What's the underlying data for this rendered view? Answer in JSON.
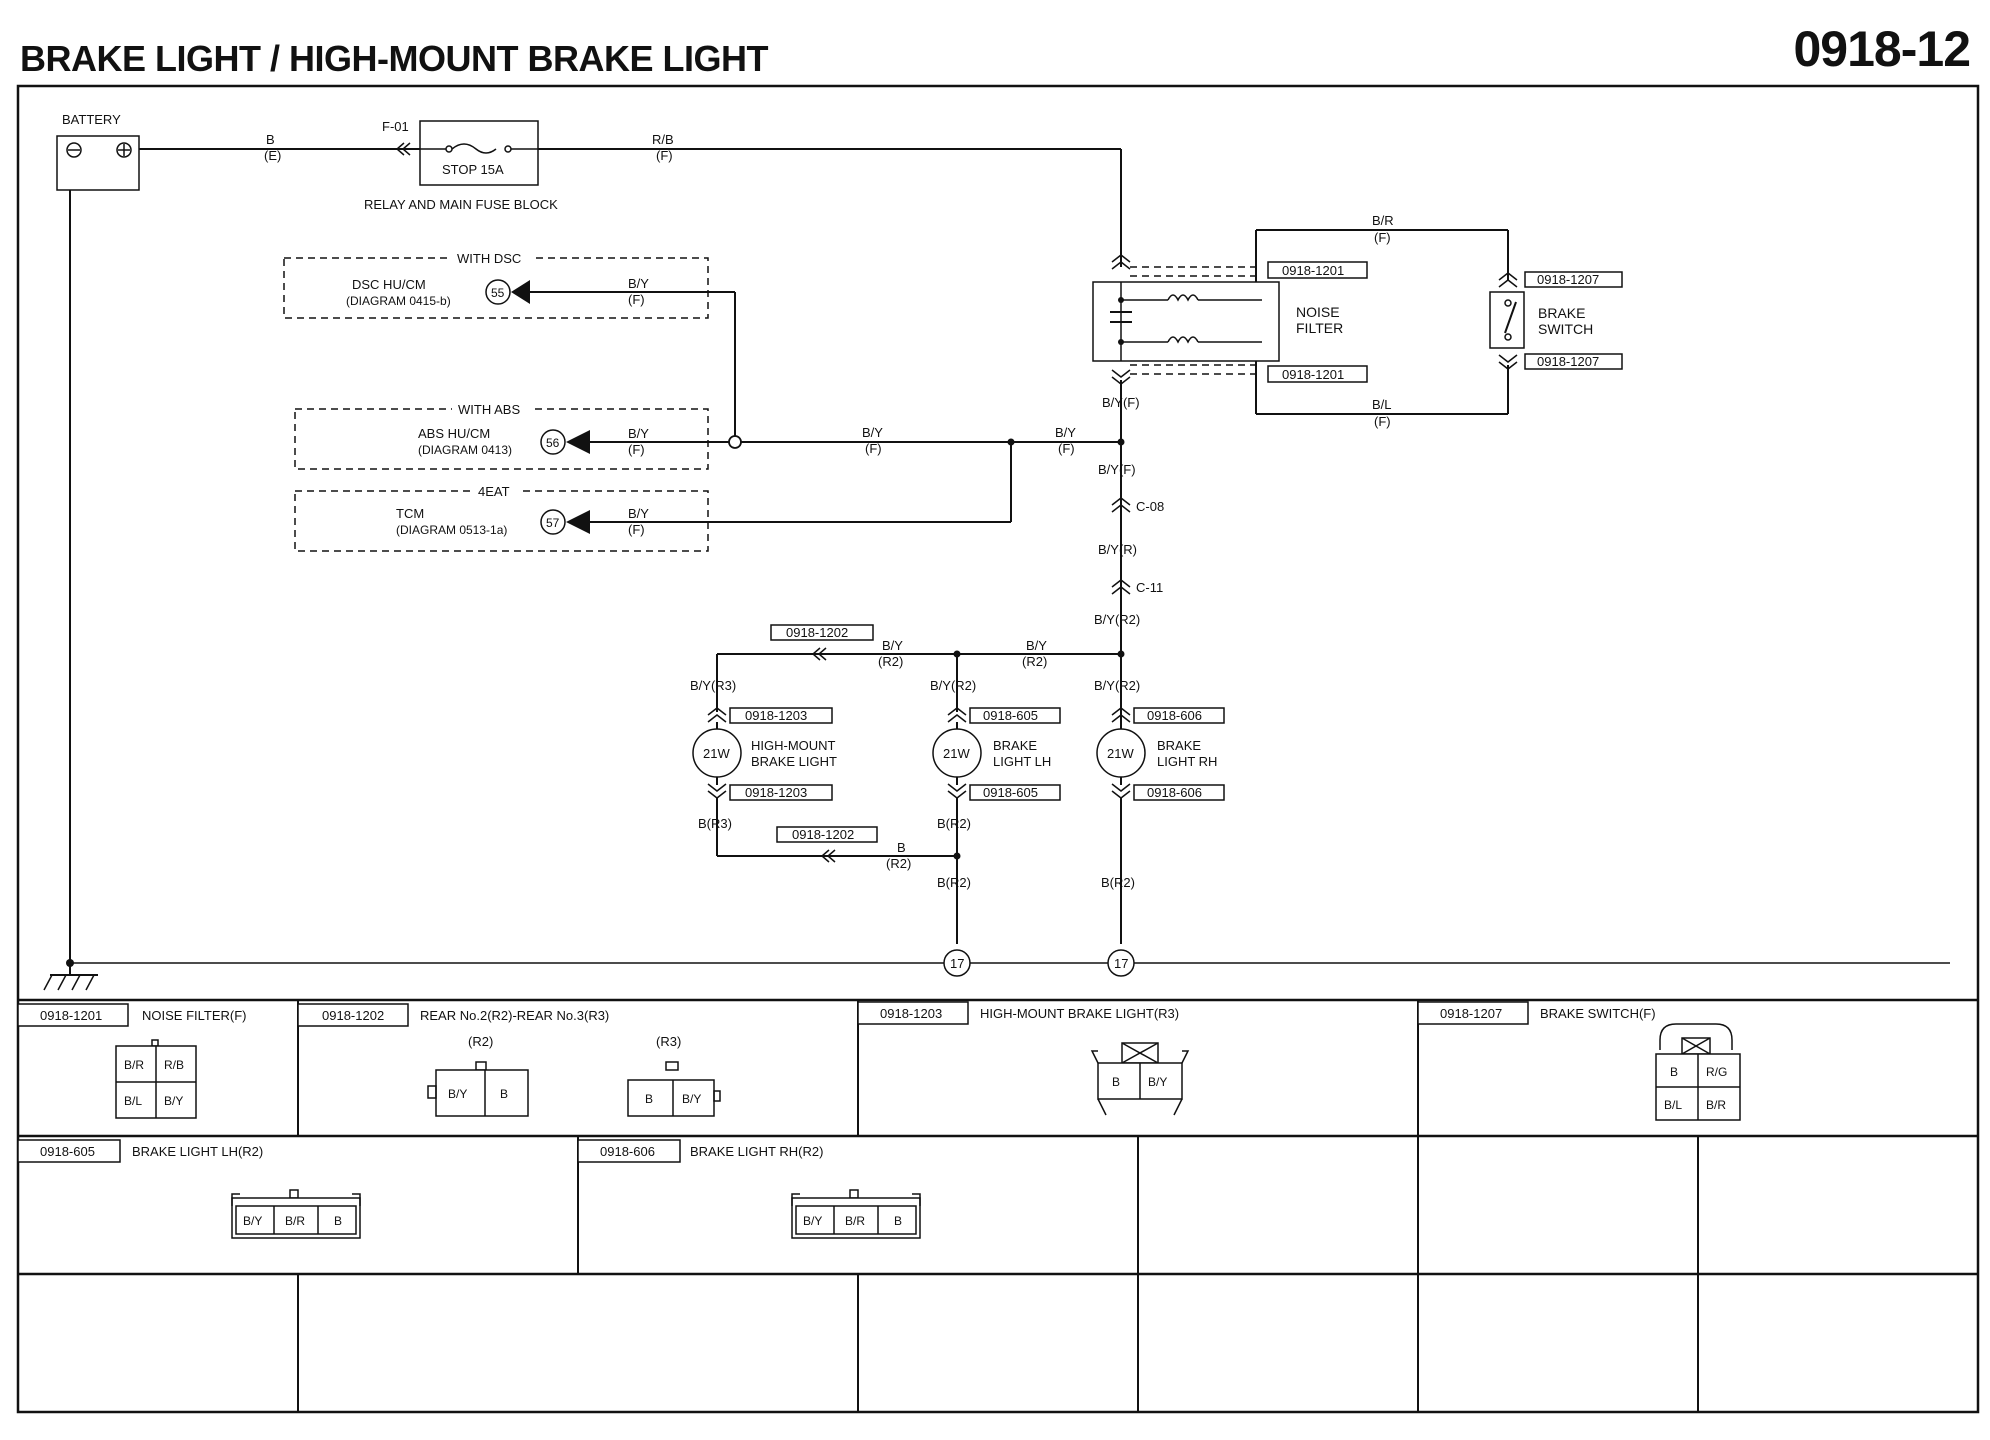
{
  "header": {
    "title": "BRAKE LIGHT / HIGH-MOUNT BRAKE LIGHT",
    "code": "0918-12"
  },
  "schematic": {
    "battery": {
      "label": "BATTERY"
    },
    "wire_battery": {
      "color": "B",
      "conn": "(E)"
    },
    "fuse": {
      "id": "F-01",
      "label": "STOP 15A",
      "block": "RELAY AND MAIN FUSE BLOCK"
    },
    "wire_fuse_out": {
      "color": "R/B",
      "conn": "(F)"
    },
    "dsc": {
      "group": "WITH DSC",
      "name": "DSC HU/CM",
      "diagram": "(DIAGRAM  0415-b)",
      "pin": "55",
      "wire": "B/Y",
      "conn": "(F)"
    },
    "abs": {
      "group": "WITH ABS",
      "name": "ABS HU/CM",
      "diagram": "(DIAGRAM 0413)",
      "pin": "56",
      "wire": "B/Y",
      "conn": "(F)"
    },
    "tcm": {
      "group": "4EAT",
      "name": "TCM",
      "diagram": "(DIAGRAM  0513-1a)",
      "pin": "57",
      "wire": "B/Y",
      "conn": "(F)"
    },
    "mid_wire_1": {
      "color": "B/Y",
      "conn": "(F)"
    },
    "mid_wire_2": {
      "color": "B/Y",
      "conn": "(F)"
    },
    "noise_filter": {
      "name1": "NOISE",
      "name2": "FILTER",
      "conn_top": "0918-1201",
      "conn_bottom": "0918-1201",
      "wire_br": "B/R",
      "wire_br_conn": "(F)",
      "wire_bl": "B/L",
      "wire_bl_conn": "(F)",
      "wire_out": "B/Y(F)"
    },
    "brake_switch": {
      "name1": "BRAKE",
      "name2": "SWITCH",
      "conn_top": "0918-1207",
      "conn_bottom": "0918-1207"
    },
    "trunk": {
      "w1": "B/Y(F)",
      "c08": "C-08",
      "w2": "B/Y(R)",
      "c11": "C-11",
      "w3": "B/Y(R2)"
    },
    "rear_wire": {
      "conn": "0918-1202",
      "color": "B/Y",
      "conn_side": "(R2)",
      "color2": "B/Y",
      "conn_side2": "(R2)"
    },
    "hm_light": {
      "w_top": "B/Y(R3)",
      "conn_top": "0918-1203",
      "watt": "21W",
      "name1": "HIGH-MOUNT",
      "name2": "BRAKE LIGHT",
      "conn_bottom": "0918-1203",
      "w_bottom": "B(R3)"
    },
    "lh_light": {
      "w_top": "B/Y(R2)",
      "conn_top": "0918-605",
      "watt": "21W",
      "name1": "BRAKE",
      "name2": "LIGHT LH",
      "conn_bottom": "0918-605",
      "w_bottom": "B(R2)",
      "w_ground": "B(R2)"
    },
    "rh_light": {
      "w_top": "B/Y(R2)",
      "conn_top": "0918-606",
      "watt": "21W",
      "name1": "BRAKE",
      "name2": "LIGHT RH",
      "conn_bottom": "0918-606",
      "w_ground": "B(R2)"
    },
    "return_wire": {
      "conn": "0918-1202",
      "color": "B",
      "conn_side": "(R2)"
    },
    "ground_lh": "17",
    "ground_rh": "17"
  },
  "connectors": [
    {
      "id": "0918-1201",
      "name": "NOISE FILTER(F)",
      "pins": [
        "B/R",
        "R/B",
        "B/L",
        "B/Y"
      ]
    },
    {
      "id": "0918-1202",
      "name": "REAR No.2(R2)-REAR No.3(R3)",
      "side_a": "(R2)",
      "pins_a": [
        "B/Y",
        "B"
      ],
      "side_b": "(R3)",
      "pins_b": [
        "B",
        "B/Y"
      ]
    },
    {
      "id": "0918-1203",
      "name": "HIGH-MOUNT BRAKE LIGHT(R3)",
      "pins": [
        "B",
        "B/Y"
      ]
    },
    {
      "id": "0918-1207",
      "name": "BRAKE SWITCH(F)",
      "pins": [
        "B",
        "R/G",
        "B/L",
        "B/R"
      ]
    },
    {
      "id": "0918-605",
      "name": "BRAKE LIGHT LH(R2)",
      "pins": [
        "B/Y",
        "B/R",
        "B"
      ]
    },
    {
      "id": "0918-606",
      "name": "BRAKE LIGHT RH(R2)",
      "pins": [
        "B/Y",
        "B/R",
        "B"
      ]
    }
  ]
}
